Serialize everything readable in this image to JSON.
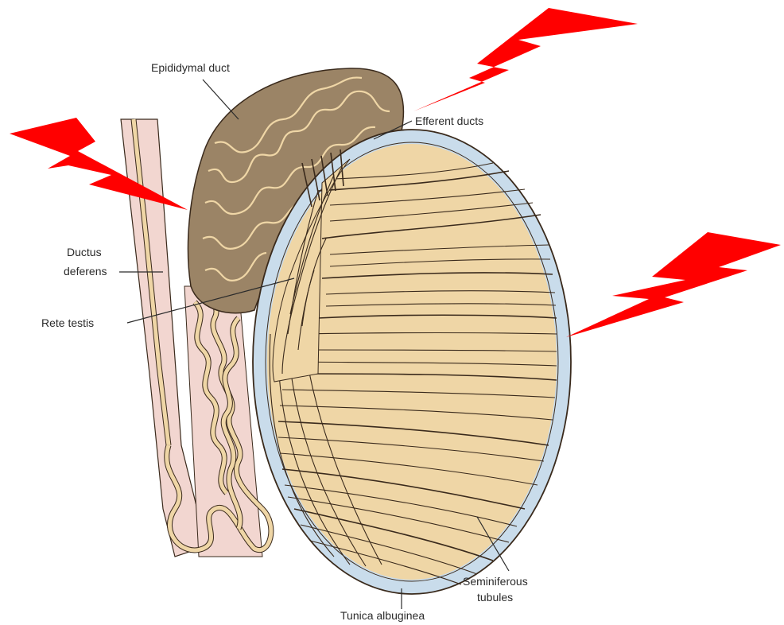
{
  "labels": {
    "epididymal_duct": "Epididymal duct",
    "efferent_ducts": "Efferent ducts",
    "ductus_deferens_1": "Ductus",
    "ductus_deferens_2": "deferens",
    "rete_testis": "Rete testis",
    "seminiferous_1": "Seminiferous",
    "seminiferous_2": "tubules",
    "tunica_albuginea": "Tunica albuginea"
  },
  "colors": {
    "lightning": "#ff0000",
    "tunica": "#c9dceb",
    "tubule_fill": "#efd6a6",
    "epididymis_fill": "#9b8466",
    "sheath": "#f2d6d0",
    "outline": "#3a2a1c"
  },
  "icons": [
    "lightning-bolt-icon",
    "lightning-bolt-icon",
    "lightning-bolt-icon"
  ]
}
